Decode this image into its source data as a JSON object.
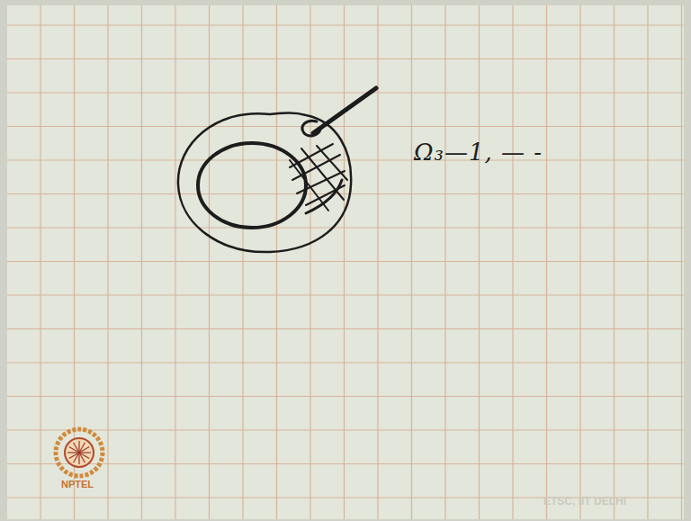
{
  "diagram": {
    "labels": [
      "Ω₃—1, — -",
      "NPTEL",
      "ETSC, IIT DELHI"
    ]
  }
}
